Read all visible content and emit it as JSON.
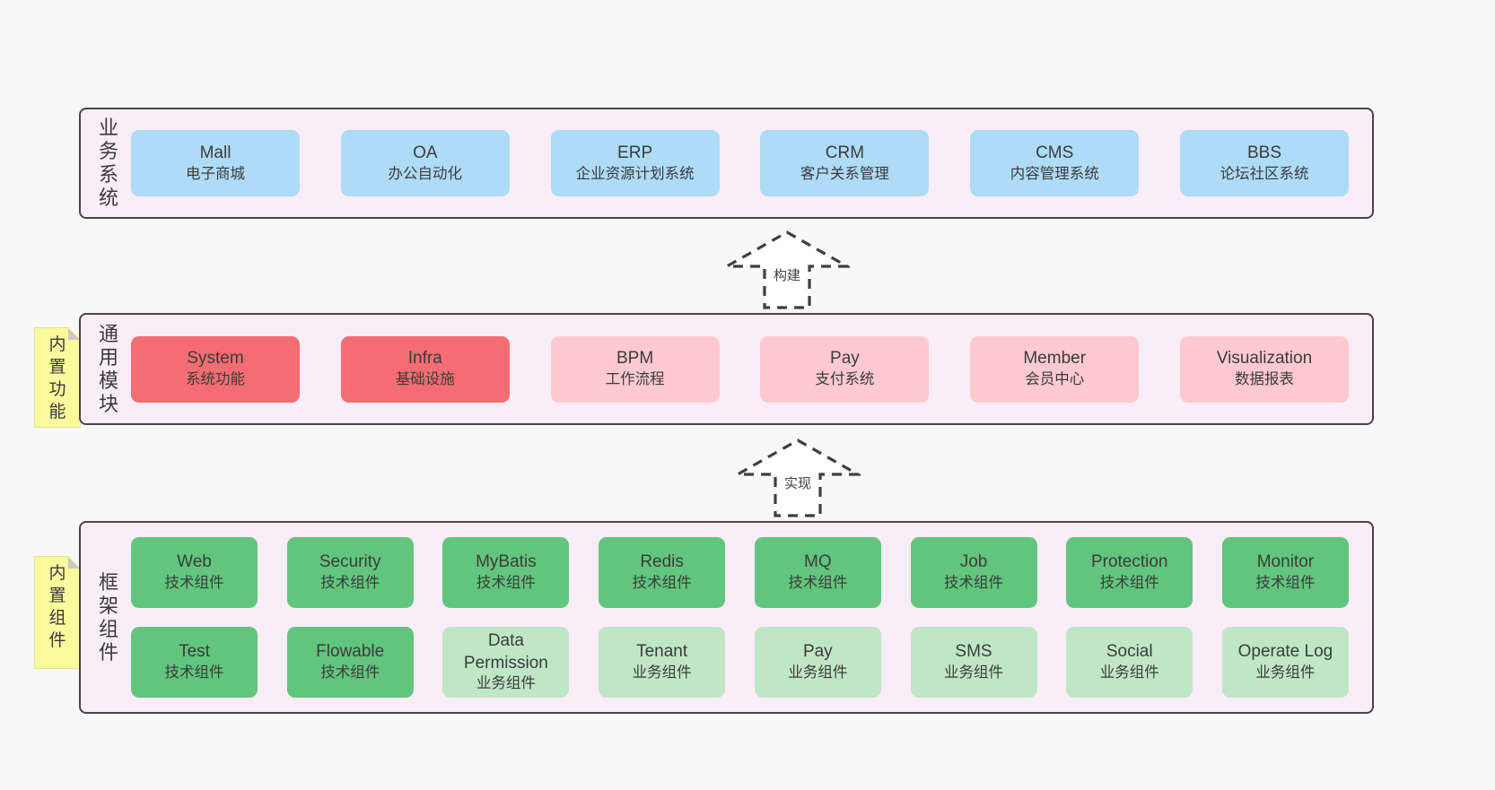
{
  "diagram": {
    "palette": {
      "page_bg": "#f8f8f8",
      "layer_bg": "#f9edf7",
      "layer_border": "#474747",
      "blue": "#aedbf7",
      "red": "#f56d72",
      "pink": "#fec9d1",
      "green_dark": "#62c57d",
      "green_light": "#c0e7c5",
      "sticky_yellow": "#fbfa9d",
      "sticky_fold": "#c9c9c9",
      "text": "#3b3b3b"
    },
    "arrows": [
      {
        "label": "构建"
      },
      {
        "label": "实现"
      }
    ],
    "layers": [
      {
        "label": "业务系统",
        "boxes": [
          {
            "en": "Mall",
            "zh": "电子商城",
            "color": "blue"
          },
          {
            "en": "OA",
            "zh": "办公自动化",
            "color": "blue"
          },
          {
            "en": "ERP",
            "zh": "企业资源计划系统",
            "color": "blue"
          },
          {
            "en": "CRM",
            "zh": "客户关系管理",
            "color": "blue"
          },
          {
            "en": "CMS",
            "zh": "内容管理系统",
            "color": "blue"
          },
          {
            "en": "BBS",
            "zh": "论坛社区系统",
            "color": "blue"
          }
        ]
      },
      {
        "label": "通用模块",
        "sticky": "内置功能",
        "boxes": [
          {
            "en": "System",
            "zh": "系统功能",
            "color": "red"
          },
          {
            "en": "Infra",
            "zh": "基础设施",
            "color": "red"
          },
          {
            "en": "BPM",
            "zh": "工作流程",
            "color": "pink"
          },
          {
            "en": "Pay",
            "zh": "支付系统",
            "color": "pink"
          },
          {
            "en": "Member",
            "zh": "会员中心",
            "color": "pink"
          },
          {
            "en": "Visualization",
            "zh": "数据报表",
            "color": "pink"
          }
        ]
      },
      {
        "label": "框架组件",
        "sticky": "内置组件",
        "rows": [
          [
            {
              "en": "Web",
              "zh": "技术组件",
              "color": "green_dark"
            },
            {
              "en": "Security",
              "zh": "技术组件",
              "color": "green_dark"
            },
            {
              "en": "MyBatis",
              "zh": "技术组件",
              "color": "green_dark"
            },
            {
              "en": "Redis",
              "zh": "技术组件",
              "color": "green_dark"
            },
            {
              "en": "MQ",
              "zh": "技术组件",
              "color": "green_dark"
            },
            {
              "en": "Job",
              "zh": "技术组件",
              "color": "green_dark"
            },
            {
              "en": "Protection",
              "zh": "技术组件",
              "color": "green_dark"
            },
            {
              "en": "Monitor",
              "zh": "技术组件",
              "color": "green_dark"
            }
          ],
          [
            {
              "en": "Test",
              "zh": "技术组件",
              "color": "green_dark"
            },
            {
              "en": "Flowable",
              "zh": "技术组件",
              "color": "green_dark"
            },
            {
              "en": "Data Permission",
              "zh": "业务组件",
              "color": "green_light"
            },
            {
              "en": "Tenant",
              "zh": "业务组件",
              "color": "green_light"
            },
            {
              "en": "Pay",
              "zh": "业务组件",
              "color": "green_light"
            },
            {
              "en": "SMS",
              "zh": "业务组件",
              "color": "green_light"
            },
            {
              "en": "Social",
              "zh": "业务组件",
              "color": "green_light"
            },
            {
              "en": "Operate Log",
              "zh": "业务组件",
              "color": "green_light"
            }
          ]
        ]
      }
    ]
  }
}
